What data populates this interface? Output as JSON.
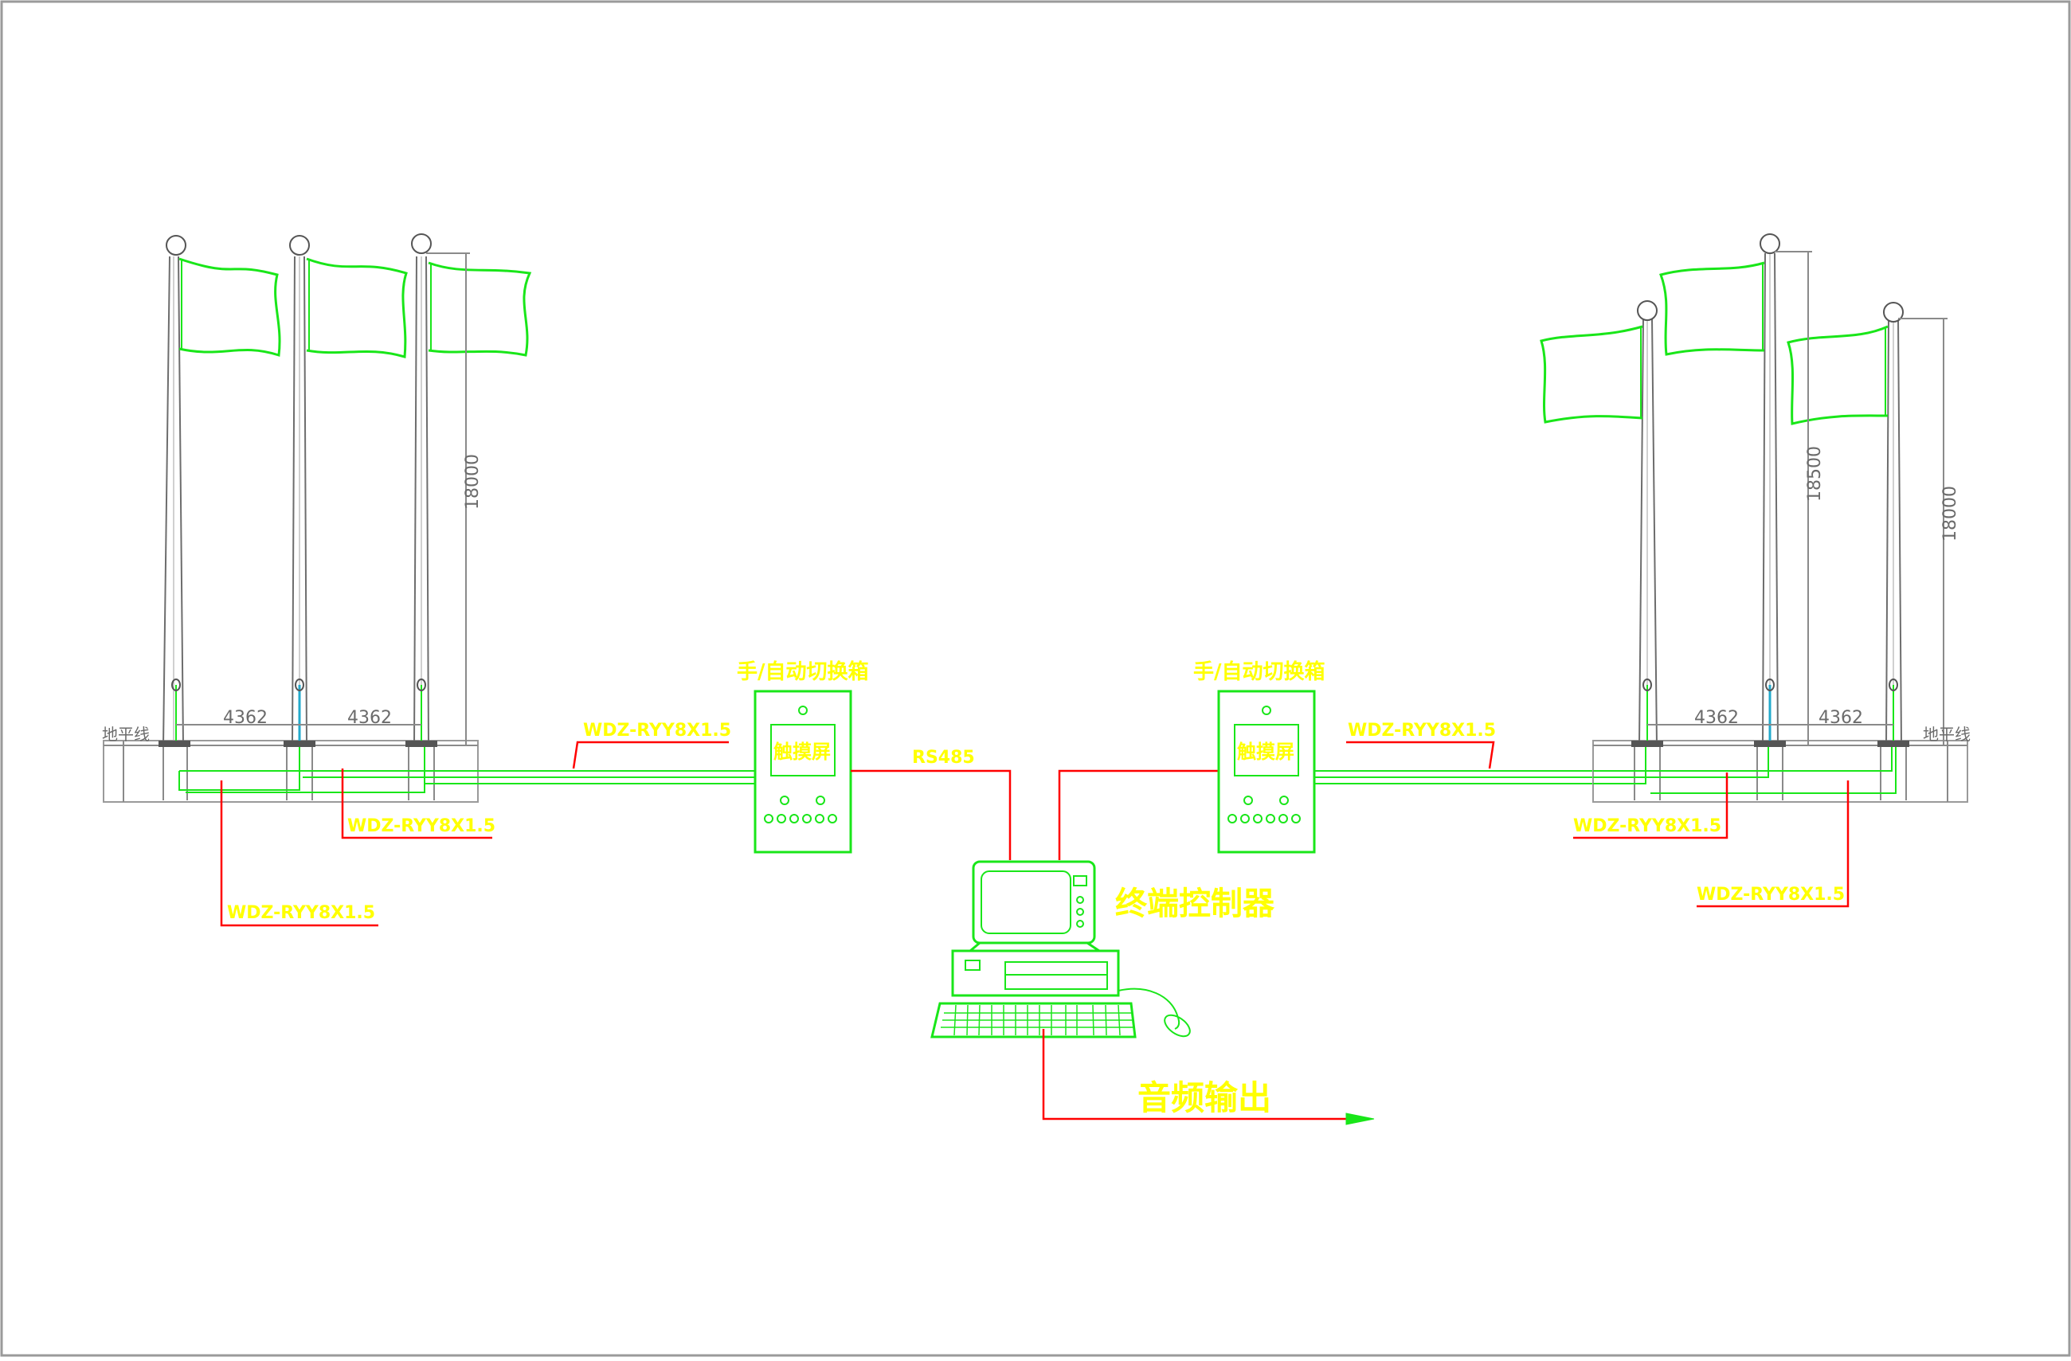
{
  "labels": {
    "box_title_left": "手/自动切换箱",
    "box_title_right": "手/自动切换箱",
    "touch_left": "触摸屏",
    "touch_right": "触摸屏",
    "rs485": "RS485",
    "terminal": "终端控制器",
    "audio": "音频输出",
    "cable": "WDZ-RYY8X1.5",
    "ground_left": "地平线",
    "ground_right": "地平线",
    "dim_spacing": "4362",
    "dim_height_left": "18000",
    "dim_height_right_mid": "18500",
    "dim_height_right_far": "18000"
  },
  "colors": {
    "background": "#ffffff",
    "line_green": "#19e619",
    "cable_red": "#ff0000",
    "text_yellow": "#ffff00",
    "dim_gray": "#6b6b6b"
  }
}
